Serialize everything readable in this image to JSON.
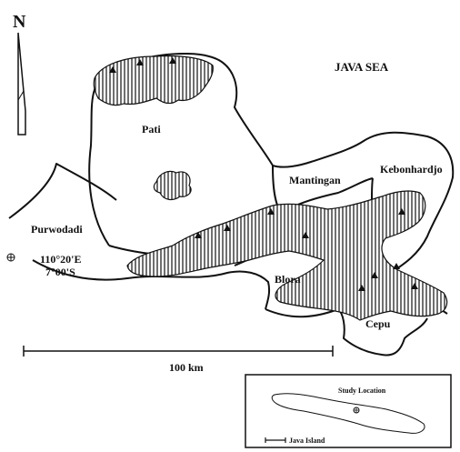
{
  "map": {
    "north_label": "N",
    "sea_label": "JAVA SEA",
    "regions": {
      "pati": "Pati",
      "mantingan": "Mantingan",
      "kebonhardjo": "Kebonhardjo",
      "purwodadi": "Purwodadi",
      "blora": "Blora",
      "cepu": "Cepu"
    },
    "coordinate": {
      "longitude": "110°20'E",
      "latitude": "7°00'S"
    },
    "scale_bar": {
      "label": "100 km"
    },
    "inset": {
      "title": "Study Location",
      "caption": "Java Island"
    },
    "colors": {
      "ink": "#111111",
      "paper": "#ffffff"
    }
  }
}
